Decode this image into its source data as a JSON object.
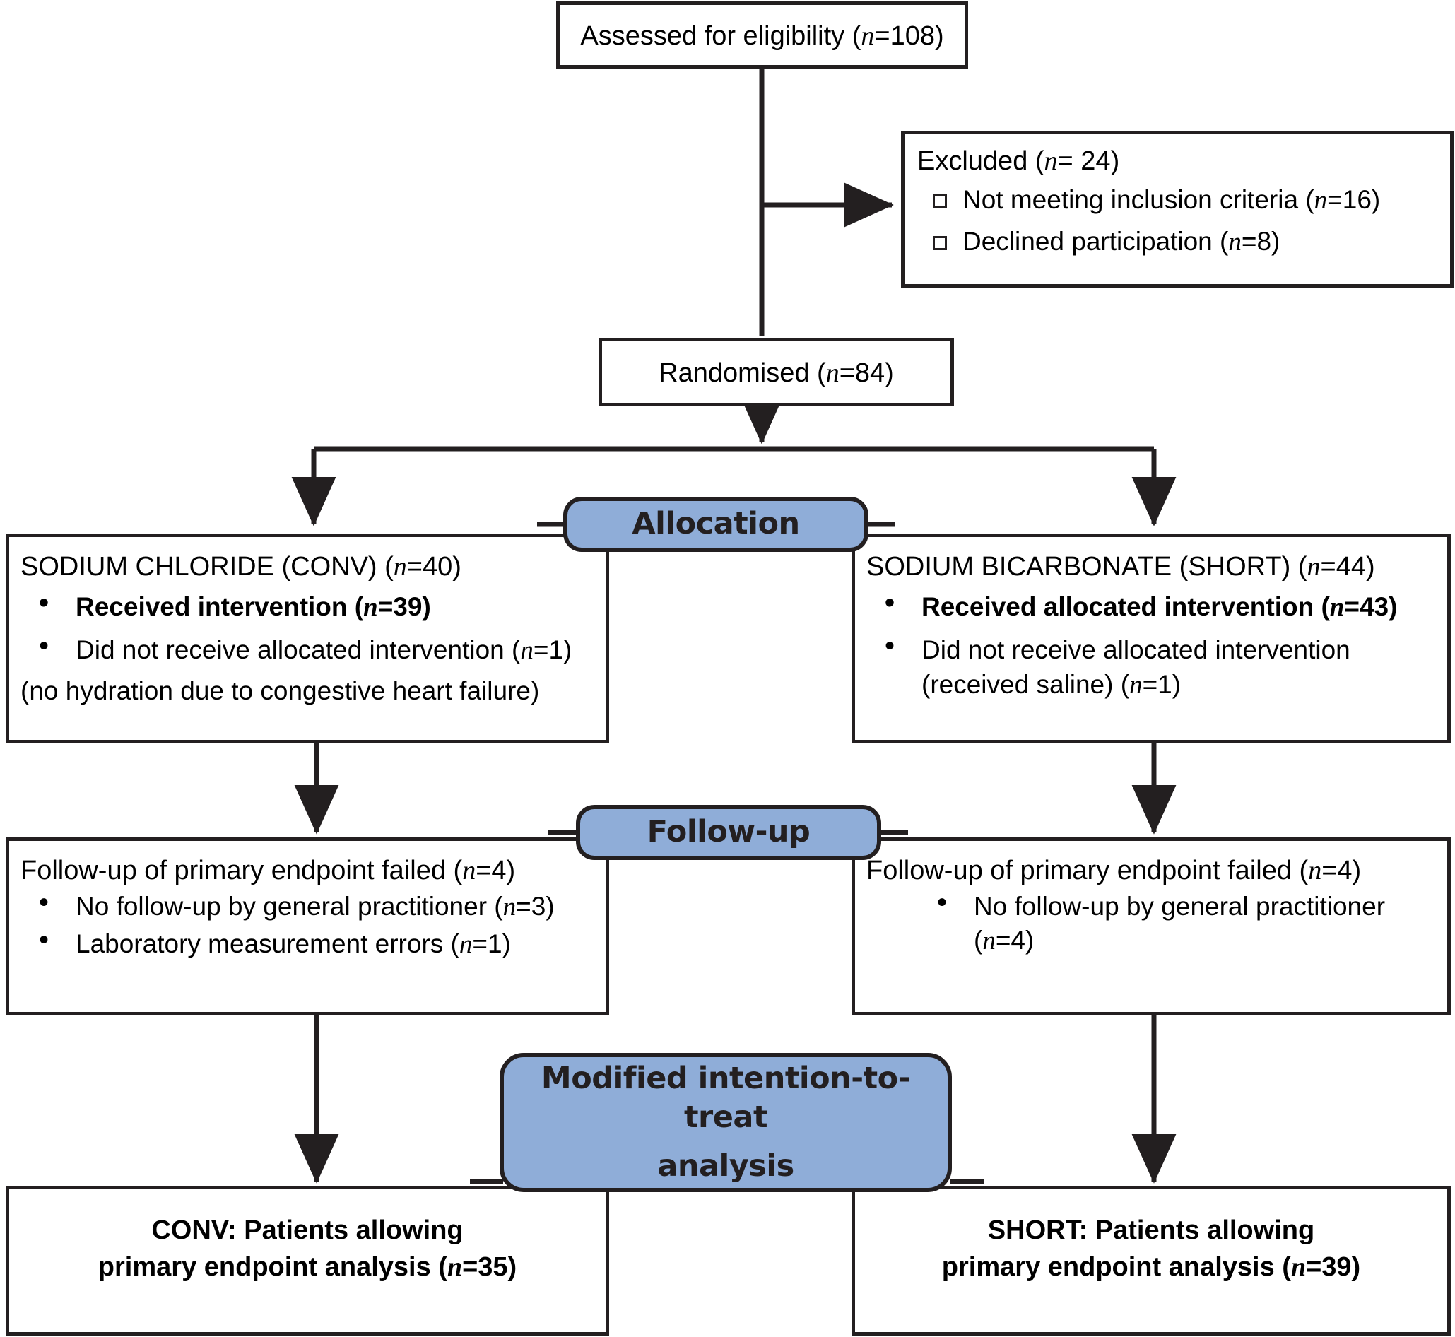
{
  "diagram": {
    "type": "consort-flow",
    "title": "CONSORT participant flow diagram",
    "accent_color": "#8FADD8",
    "line_color": "#231F20"
  },
  "nodes": {
    "eligibility": {
      "label": "Assessed for eligibility (n=108)",
      "text_prefix": "Assessed for eligibility (",
      "italic_n": "n",
      "text_suffix": "=108)",
      "count": 108
    },
    "excluded": {
      "heading_prefix": "Excluded (",
      "heading_italic": "n",
      "heading_suffix": "= 24)",
      "count": 24,
      "reasons": [
        {
          "prefix": "Not meeting inclusion criteria (",
          "italic": "n",
          "suffix": "=16)",
          "count": 16
        },
        {
          "prefix": "Declined participation (",
          "italic": "n",
          "suffix": "=8)",
          "count": 8
        }
      ]
    },
    "randomised": {
      "prefix": "Randomised (",
      "italic": "n",
      "suffix": "=84)",
      "count": 84
    },
    "allocation_left": {
      "title_prefix": "SODIUM CHLORIDE (CONV) (",
      "title_italic": "n",
      "title_suffix": "=40)",
      "count": 40,
      "items": [
        {
          "prefix": "Received intervention (",
          "italic": "n",
          "suffix": "=39)",
          "bold": true,
          "count": 39
        },
        {
          "prefix": "Did not receive allocated intervention (",
          "italic": "n",
          "suffix": "=1)",
          "bold": false,
          "count": 1
        }
      ],
      "note": "(no hydration due to congestive heart failure)"
    },
    "allocation_right": {
      "title_prefix": "SODIUM BICARBONATE (SHORT) (",
      "title_italic": "n",
      "title_suffix": "=44)",
      "count": 44,
      "items": [
        {
          "prefix": "Received allocated intervention (",
          "italic": "n",
          "suffix": "=43)",
          "bold": true,
          "count": 43
        },
        {
          "line1": "Did not receive allocated intervention",
          "prefix": "(received saline) (",
          "italic": "n",
          "suffix": "=1)",
          "bold": false,
          "count": 1
        }
      ]
    },
    "followup_left": {
      "title_prefix": "Follow-up of primary endpoint failed (",
      "title_italic": "n",
      "title_suffix": "=4)",
      "count": 4,
      "items": [
        {
          "prefix": "No follow-up by general practitioner (",
          "italic": "n",
          "suffix": "=3)",
          "count": 3
        },
        {
          "prefix": "Laboratory measurement errors (",
          "italic": "n",
          "suffix": "=1)",
          "count": 1
        }
      ]
    },
    "followup_right": {
      "title_prefix": "Follow-up of primary endpoint failed (",
      "title_italic": "n",
      "title_suffix": "=4)",
      "count": 4,
      "items": [
        {
          "prefix": "No follow-up by general practitioner (",
          "italic": "n",
          "suffix": "=4)",
          "count": 4
        }
      ]
    },
    "analysis_left": {
      "line1": "CONV: Patients allowing",
      "line2_prefix": "primary endpoint analysis (",
      "line2_italic": "n",
      "line2_suffix": "=35)",
      "count": 35
    },
    "analysis_right": {
      "line1": "SHORT: Patients allowing",
      "line2_prefix": "primary endpoint analysis (",
      "line2_italic": "n",
      "line2_suffix": "=39)",
      "count": 39
    }
  },
  "banners": {
    "allocation": {
      "label": "Allocation"
    },
    "followup": {
      "label": "Follow-up"
    },
    "mitt": {
      "line1": "Modified intention-to-treat",
      "line2": "analysis"
    }
  }
}
